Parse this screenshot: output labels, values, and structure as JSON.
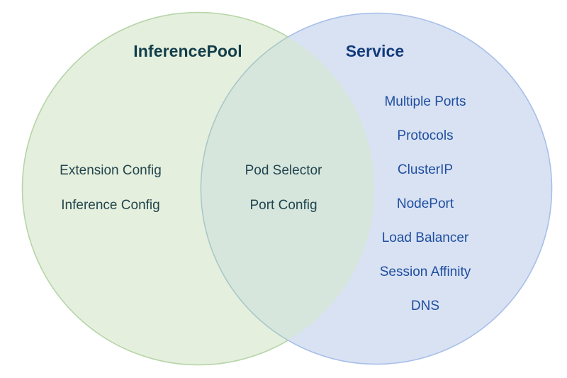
{
  "diagram": {
    "type": "venn",
    "background": "#ffffff",
    "left_circle": {
      "title": "InferencePool",
      "title_color": "#123d4a",
      "fill": "#e5efdd",
      "stroke": "#b5d5a7",
      "text_color": "#22454e",
      "items": [
        "Extension Config",
        "Inference Config"
      ]
    },
    "right_circle": {
      "title": "Service",
      "title_color": "#123a7a",
      "fill": "#d8e2f3",
      "stroke": "#a8bfe8",
      "text_color": "#1f4d9e",
      "items": [
        "Multiple Ports",
        "Protocols",
        "ClusterIP",
        "NodePort",
        "Load Balancer",
        "Session Affinity",
        "DNS"
      ]
    },
    "intersection": {
      "fill": "#d6e6dd",
      "text_color": "#22454e",
      "items": [
        "Pod Selector",
        "Port Config"
      ]
    }
  }
}
